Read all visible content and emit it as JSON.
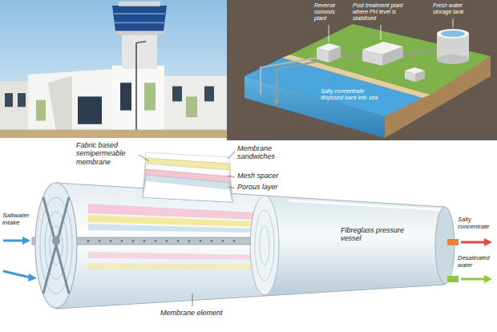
{
  "diagram": {
    "labels": [
      "Reverse osmosis plant",
      "Post treatment plant where PH level is stabilised",
      "Fresh water storage tank",
      "Salty concentrate disposed back into sea",
      "Fabric based semipermeable membrane",
      "Membrane sandwiches",
      "Mesh spacer",
      "Porous layer",
      "Saltwater intake",
      "Membrane element",
      "Fibreglass pressure vessel",
      "Salty concentrate",
      "Desalinated water"
    ]
  }
}
